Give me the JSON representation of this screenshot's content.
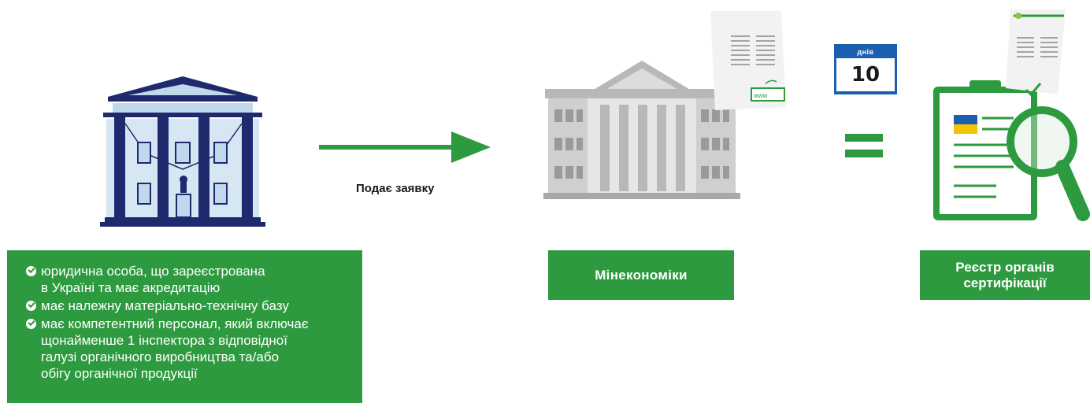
{
  "criteria": {
    "items": [
      {
        "text": "юридична особа, що зареєстрована\nв Україні та має акредитацію",
        "icon": "check-circle-icon"
      },
      {
        "text": "має належну матеріально-технічну базу",
        "icon": "check-circle-icon"
      },
      {
        "text": "має компетентний персонал, який включає\nщонайменше 1 інспектора з відповідної\nгалузі органічного виробництва та/або\nобігу органічної продукції",
        "icon": "check-circle-icon"
      }
    ]
  },
  "arrow": {
    "label": "Подає заявку"
  },
  "ministry": {
    "label": "Мінекономіки",
    "doc_link_text": "www"
  },
  "calendar": {
    "label": "днів",
    "number": "10"
  },
  "registry": {
    "label": "Реєстр органів\nсертифікації"
  },
  "colors": {
    "green": "#2e9a3f",
    "navy": "#1f2a6e",
    "light_blue": "#bfd8ec",
    "gray": "#b8b8b8",
    "calendar_blue": "#1b5fb0"
  }
}
